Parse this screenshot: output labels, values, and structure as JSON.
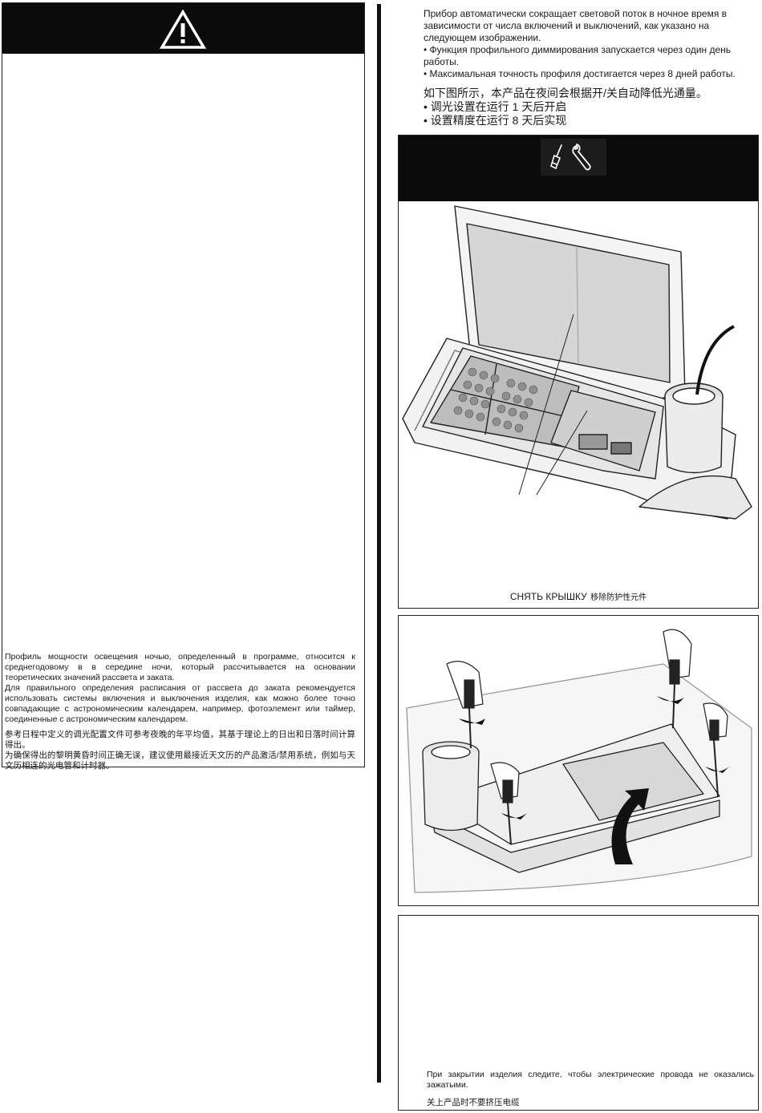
{
  "left_panel": {
    "warning_icon": "warning-triangle-icon",
    "ru_paragraph_1": "Профиль мощности освещения ночью, определенный в программе, относится к среднегодовому в в середине ночи, который рассчитывается на основании теоретических значений рассвета и заката.",
    "ru_paragraph_2": "Для правильного определения расписания от рассвета до заката рекомендуется использовать системы включения и выключения изделия, как можно более точно совпадающие с астрономическим календарем, например, фотоэлемент или таймер, соединенные с астрономическим календарем.",
    "cn_paragraph_1": "参考日程中定义的调光配置文件可参考夜晚的年平均值，其基于理论上的日出和日落时间计算得出。",
    "cn_paragraph_2": "为确保得出的黎明黄昏时间正确无误，建议使用最接近天文历的产品激活/禁用系统，例如与天文历相连的光电管和计时器。"
  },
  "right_column": {
    "ru_intro": "Прибор автоматически сокращает световой поток в ночное время в зависимости от числа включений и выключений, как указано на следующем изображении.",
    "ru_bullets": [
      "Функция профильного диммирования запускается через один день работы.",
      "Максимальная точность профиля достигается через 8 дней работы."
    ],
    "cn_intro": "如下图所示，本产品在夜间会根据开/关自动降低光通量。",
    "cn_bullets": [
      "调光设置在运行 1 天后开启",
      "设置精度在运行 8 天后实现"
    ],
    "tools_icon": "screwdriver-wrench-icon",
    "figure1_caption_ru": "СНЯТЬ КРЫШКУ",
    "figure1_caption_cn": "移除防护性元件",
    "bottom_note_ru": "При закрытии изделия следите, чтобы электрические провода не оказались зажатыми.",
    "bottom_note_cn": "关上产品时不要挤压电缆"
  },
  "colors": {
    "header_black": "#0b0b0b",
    "border": "#222222",
    "text": "#1a1a1a"
  }
}
